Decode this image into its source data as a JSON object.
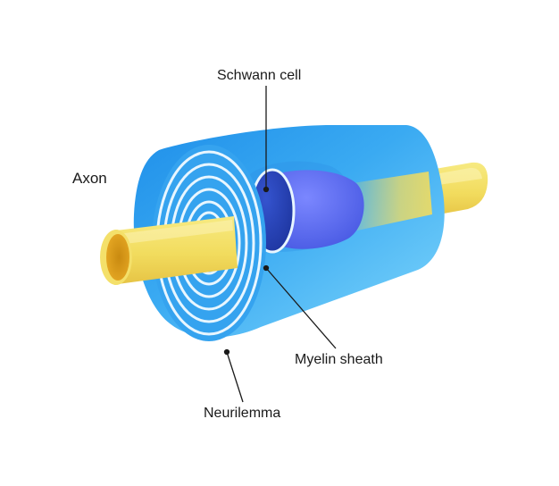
{
  "labels": {
    "schwann_cell": "Schwann cell",
    "axon": "Axon",
    "myelin_sheath": "Myelin sheath",
    "neurilemma": "Neurilemma"
  },
  "colors": {
    "axon": "#f4e06a",
    "axon_dark": "#e8b93a",
    "axon_inner": "#d99a12",
    "sheath_light": "#8fdcfb",
    "sheath_mid": "#49b8f3",
    "sheath_dark": "#2e8ee6",
    "schwann_cell_body": "#5a6cf0",
    "schwann_nucleus": "#2744b5",
    "ring_stroke": "#e8f6ff",
    "label_text": "#1a1a1a"
  }
}
